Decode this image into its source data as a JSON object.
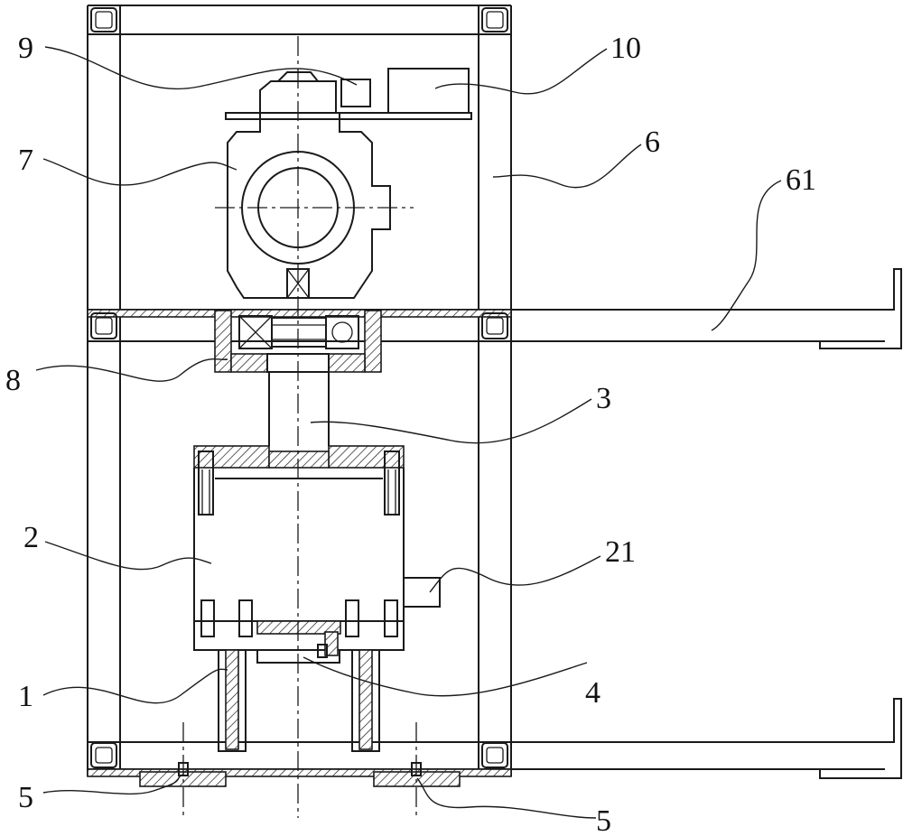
{
  "labels": {
    "l1": "1",
    "l2": "2",
    "l3": "3",
    "l4": "4",
    "l5a": "5",
    "l5b": "5",
    "l6": "6",
    "l7": "7",
    "l8": "8",
    "l9": "9",
    "l10": "10",
    "l21": "21",
    "l61": "61"
  },
  "colors": {
    "line": "#1a1a1a",
    "background": "#ffffff"
  }
}
